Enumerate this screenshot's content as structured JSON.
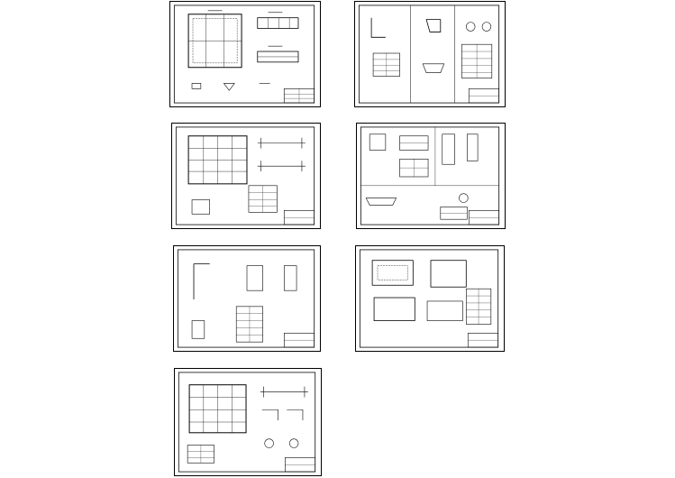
{
  "canvas": {
    "background": "#ffffff",
    "ink": "#000000"
  },
  "sheets": [
    {
      "id": "sheet-1"
    },
    {
      "id": "sheet-2"
    },
    {
      "id": "sheet-3"
    },
    {
      "id": "sheet-4"
    },
    {
      "id": "sheet-5"
    },
    {
      "id": "sheet-6"
    },
    {
      "id": "sheet-7"
    }
  ]
}
